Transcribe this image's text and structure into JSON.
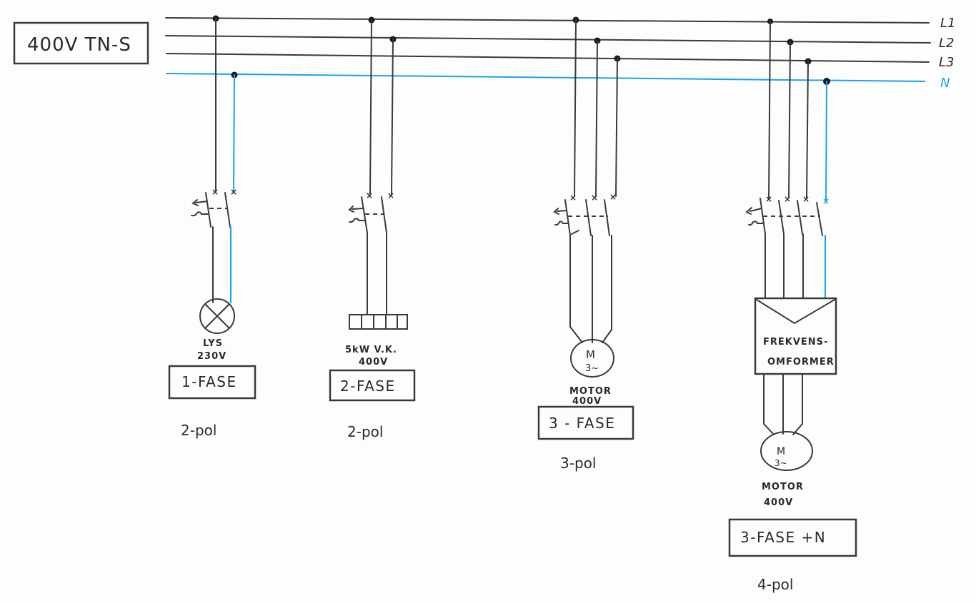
{
  "title": "400V TN-S",
  "buses": [
    {
      "name": "L1",
      "color": "#3a3a3a"
    },
    {
      "name": "L2",
      "color": "#3a3a3a"
    },
    {
      "name": "L3",
      "color": "#3a3a3a"
    },
    {
      "name": "N",
      "color": "#1aa3e8"
    }
  ],
  "circuits": [
    {
      "id": "lys",
      "load_type": "lamp",
      "load_label_1": "LYS",
      "load_label_2": "230V",
      "phase_label": "1-FASE",
      "pole_label": "2-pol",
      "connections": [
        "L1",
        "N"
      ]
    },
    {
      "id": "vk",
      "load_type": "heater",
      "load_label_1": "5kW  V.K.",
      "load_label_2": "400V",
      "phase_label": "2-FASE",
      "pole_label": "2-pol",
      "connections": [
        "L1",
        "L2"
      ]
    },
    {
      "id": "motor3",
      "load_type": "motor",
      "motor_symbol_1": "M",
      "motor_symbol_2": "3~",
      "load_label_1": "MOTOR",
      "load_label_2": "400V",
      "phase_label": "3 - FASE",
      "pole_label": "3-pol",
      "connections": [
        "L1",
        "L2",
        "L3"
      ]
    },
    {
      "id": "vfd",
      "load_type": "vfd-motor",
      "converter_label_1": "FREKVENS-",
      "converter_label_2": "OMFORMER",
      "motor_symbol_1": "M",
      "motor_symbol_2": "3~",
      "load_label_1": "MOTOR",
      "load_label_2": "400V",
      "phase_label": "3-FASE  +N",
      "pole_label": "4-pol",
      "connections": [
        "L1",
        "L2",
        "L3",
        "N"
      ]
    }
  ]
}
